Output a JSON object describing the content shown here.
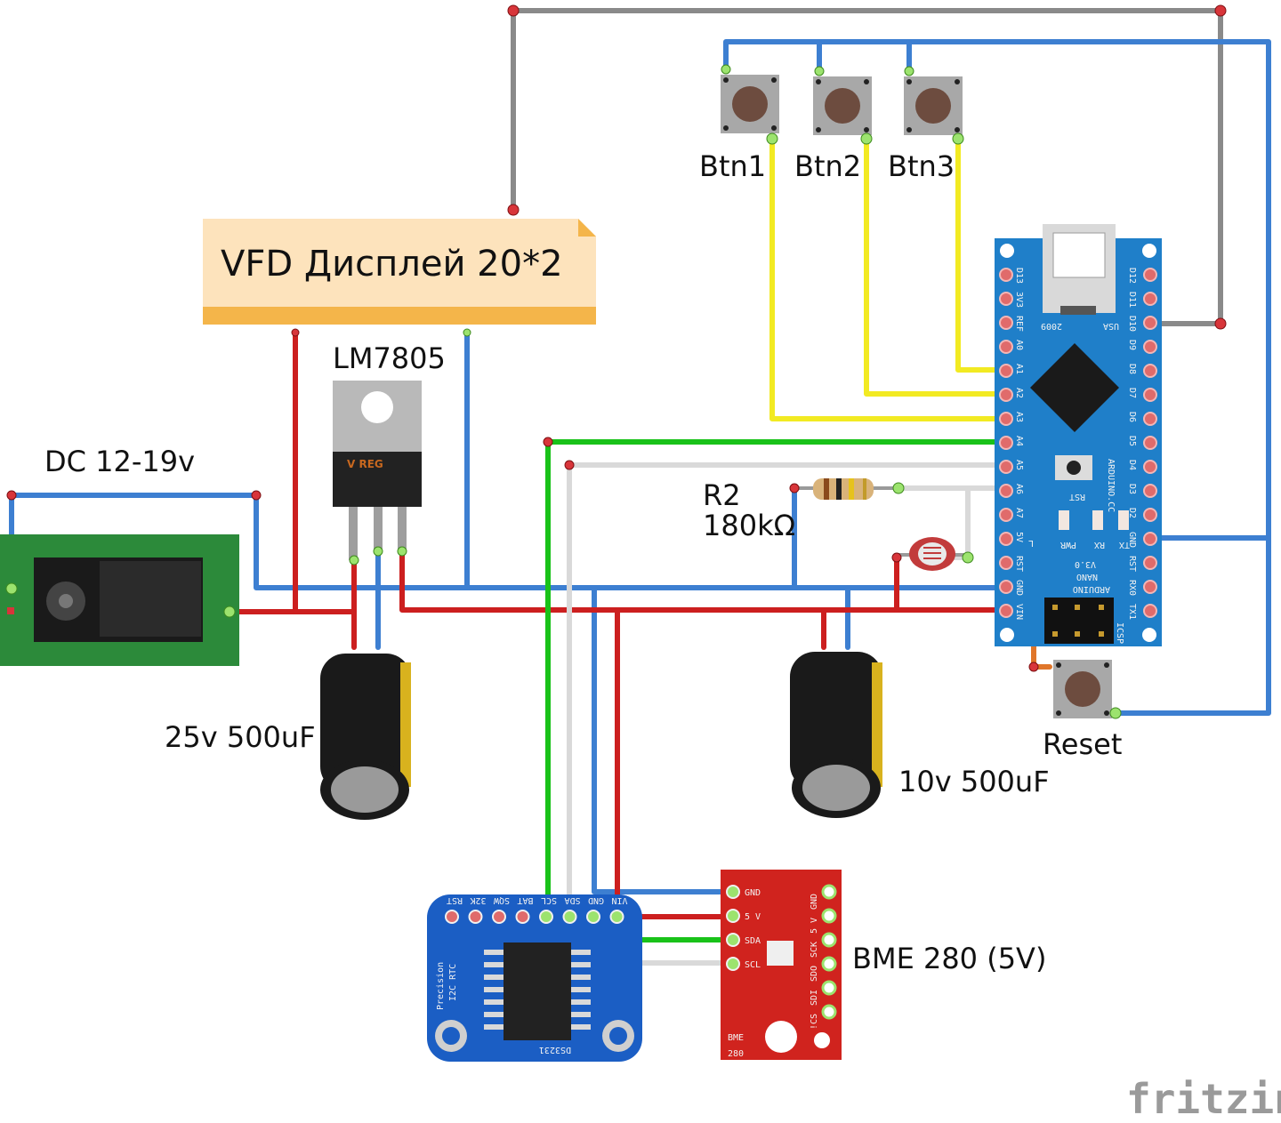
{
  "labels": {
    "vfd": "VFD Дисплей 20*2",
    "regulator": "LM7805",
    "dc_jack": "DC 12-19v",
    "resistor_name": "R2",
    "resistor_value": "180kΩ",
    "cap1": "25v 500uF",
    "cap2": "10v 500uF",
    "btn1": "Btn1",
    "btn2": "Btn2",
    "btn3": "Btn3",
    "reset": "Reset",
    "bme": "BME 280 (5V)",
    "watermark": "fritzing"
  },
  "regulator_marking": "V REG",
  "arduino": {
    "left_pins": [
      "D13",
      "3V3",
      "REF",
      "A0",
      "A1",
      "A2",
      "A3",
      "A4",
      "A5",
      "A6",
      "A7",
      "5V",
      "RST",
      "GND",
      "VIN"
    ],
    "right_pins": [
      "D12",
      "D11",
      "D10",
      "D9",
      "D8",
      "D7",
      "D6",
      "D5",
      "D4",
      "D3",
      "D2",
      "GND",
      "RST",
      "RX0",
      "TX1"
    ],
    "rev": "V3.0",
    "name1": "NANO",
    "name2": "ARDUINO",
    "site": "ARDUINO.CC",
    "year": "2009",
    "country": "USA",
    "rst_label": "RST",
    "leds": [
      "L",
      "PWR",
      "RX",
      "TX"
    ],
    "icsp": "ICSP"
  },
  "rtc": {
    "top_pins": [
      "RST",
      "32K",
      "SQW",
      "BAT",
      "SCL",
      "SDA",
      "GND",
      "VIN"
    ],
    "chip": "DS3231",
    "side1": "Precision",
    "side2": "I2C RTC"
  },
  "bme": {
    "left_pins": [
      "GND",
      "5 V",
      "SDA",
      "SCL"
    ],
    "right_pins": [
      "GND",
      "5 V",
      "SCK",
      "SDO",
      "SDI",
      "!CS"
    ],
    "brand1": "BME",
    "brand2": "280"
  },
  "colors": {
    "wire_red": "#cc1f1f",
    "wire_blue": "#3d7fd1",
    "wire_gray": "#8a8a8a",
    "wire_yellow": "#f2ea22",
    "wire_green": "#19c219",
    "wire_white": "#d9d9d9",
    "wire_orange": "#e0762a",
    "arduino_board": "#1f7fc9",
    "rtc_board": "#1b5ec4",
    "bme_board": "#d0231e",
    "dc_board": "#2c8a3a",
    "vfd_body": "#fde3bc",
    "vfd_bar": "#f4b54a"
  }
}
